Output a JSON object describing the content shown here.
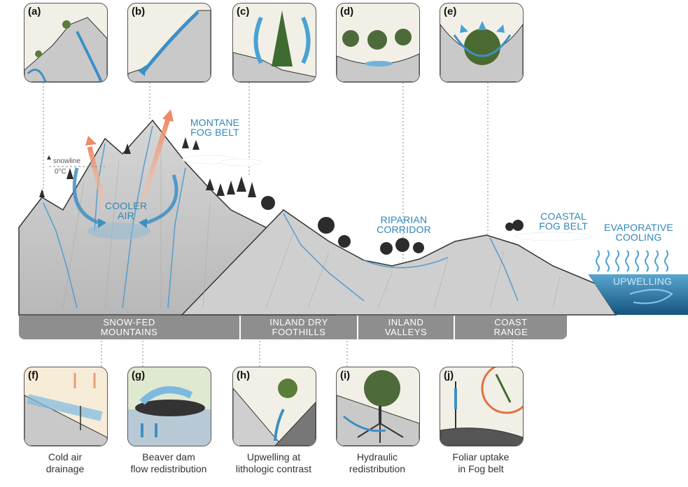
{
  "top_panels": [
    {
      "label": "(a)"
    },
    {
      "label": "(b)"
    },
    {
      "label": "(c)"
    },
    {
      "label": "(d)"
    },
    {
      "label": "(e)"
    }
  ],
  "bottom_panels": [
    {
      "label": "(f)",
      "caption_line1": "Cold air",
      "caption_line2": "drainage"
    },
    {
      "label": "(g)",
      "caption_line1": "Beaver dam",
      "caption_line2": "flow redistribution"
    },
    {
      "label": "(h)",
      "caption_line1": "Upwelling at",
      "caption_line2": "lithologic contrast"
    },
    {
      "label": "(i)",
      "caption_line1": "Hydraulic",
      "caption_line2": "redistribution"
    },
    {
      "label": "(j)",
      "caption_line1": "Foliar uptake",
      "caption_line2": "in Fog belt"
    }
  ],
  "map_labels": {
    "montane_fog_line1": "MONTANE",
    "montane_fog_line2": "FOG BELT",
    "cooler_air_line1": "COOLER",
    "cooler_air_line2": "AIR",
    "riparian_line1": "RIPARIAN",
    "riparian_line2": "CORRIDOR",
    "coastal_fog_line1": "COASTAL",
    "coastal_fog_line2": "FOG BELT",
    "evap_line1": "EVAPORATIVE",
    "evap_line2": "COOLING",
    "upwelling": "UPWELLING",
    "snowline": "snowline",
    "zero_c": "0°C"
  },
  "regions": [
    {
      "line1": "SNOW-FED",
      "line2": "MOUNTAINS"
    },
    {
      "line1": "INLAND DRY",
      "line2": "FOOTHILLS"
    },
    {
      "line1": "INLAND",
      "line2": "VALLEYS"
    },
    {
      "line1": "COAST",
      "line2": "RANGE"
    }
  ],
  "colors": {
    "water_blue": "#2f86b8",
    "warm_arrow": "#ef9a7a",
    "band_gray": "#8e8e8e",
    "ocean": "#1f6f9a"
  }
}
